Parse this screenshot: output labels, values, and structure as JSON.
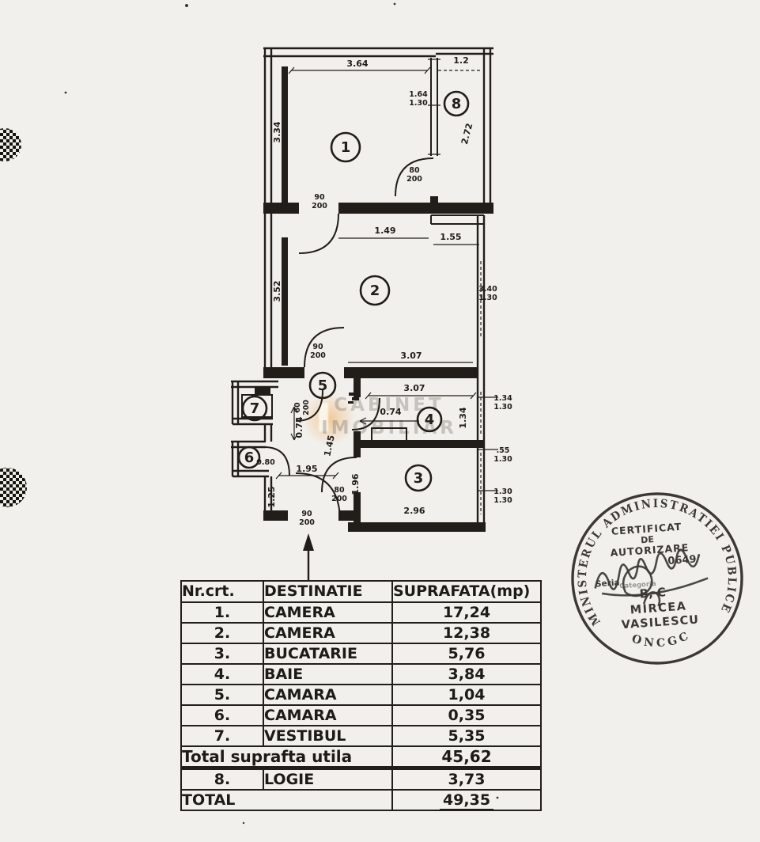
{
  "colors": {
    "paper": "#f2f0ec",
    "ink": "#211e1a",
    "stamp": "#2d2a25",
    "watermark_orange": "#f2a64d"
  },
  "watermark": {
    "line1": "CABINET",
    "line2": "IMOBILIAR"
  },
  "plan": {
    "n1": "1",
    "n2": "2",
    "n3": "3",
    "n4": "4",
    "n5": "5",
    "n6": "6",
    "n7": "7",
    "n8": "8",
    "v364": "3.64",
    "v334": "3.34",
    "v12": "1.2",
    "v272": "2.72",
    "v164": "1.64",
    "v130": "1.30",
    "v80": "80",
    "v200": "200",
    "v90": "90",
    "v149": "1.49",
    "v155": "1.55",
    "v352": "3.52",
    "v340": "3.40",
    "v307": "3.07",
    "v074": "0.74",
    "v134": "1.34",
    "v60": "60",
    "v145": "1.45",
    "v195": "1.95",
    "v196": "1.96",
    "v125": "1.25",
    "v080": "0.80",
    "v296": "2.96",
    "v055": ".55"
  },
  "table": {
    "headers": [
      "Nr.crt.",
      "DESTINATIE",
      "SUPRAFATA(mp)"
    ],
    "rows": [
      {
        "nr": "1.",
        "dest": "CAMERA",
        "mp": "17,24"
      },
      {
        "nr": "2.",
        "dest": "CAMERA",
        "mp": "12,38"
      },
      {
        "nr": "3.",
        "dest": "BUCATARIE",
        "mp": "5,76"
      },
      {
        "nr": "4.",
        "dest": "BAIE",
        "mp": "3,84"
      },
      {
        "nr": "5.",
        "dest": "CAMARA",
        "mp": "1,04"
      },
      {
        "nr": "6.",
        "dest": "CAMARA",
        "mp": "0,35"
      },
      {
        "nr": "7.",
        "dest": "VESTIBUL",
        "mp": "5,35"
      }
    ],
    "total_utila_label": "Total suprafta utila",
    "total_utila_value": "45,62",
    "row8": {
      "nr": "8.",
      "dest": "LOGIE",
      "mp": "3,73"
    },
    "total_label": "TOTAL",
    "total_value": "49,35"
  },
  "stamp": {
    "ring": "MINISTERUL  ADMINISTRATIEI  PUBLICE",
    "bottom": "ONCGC",
    "l1": "CERTIFICAT",
    "l2": "DE",
    "l3": "AUTORIZARE",
    "l4": "Seria",
    "l5": "0649",
    "l6": "Categoria",
    "l7": "B, C",
    "l8": "MIRCEA",
    "l9": "VASILESCU"
  }
}
